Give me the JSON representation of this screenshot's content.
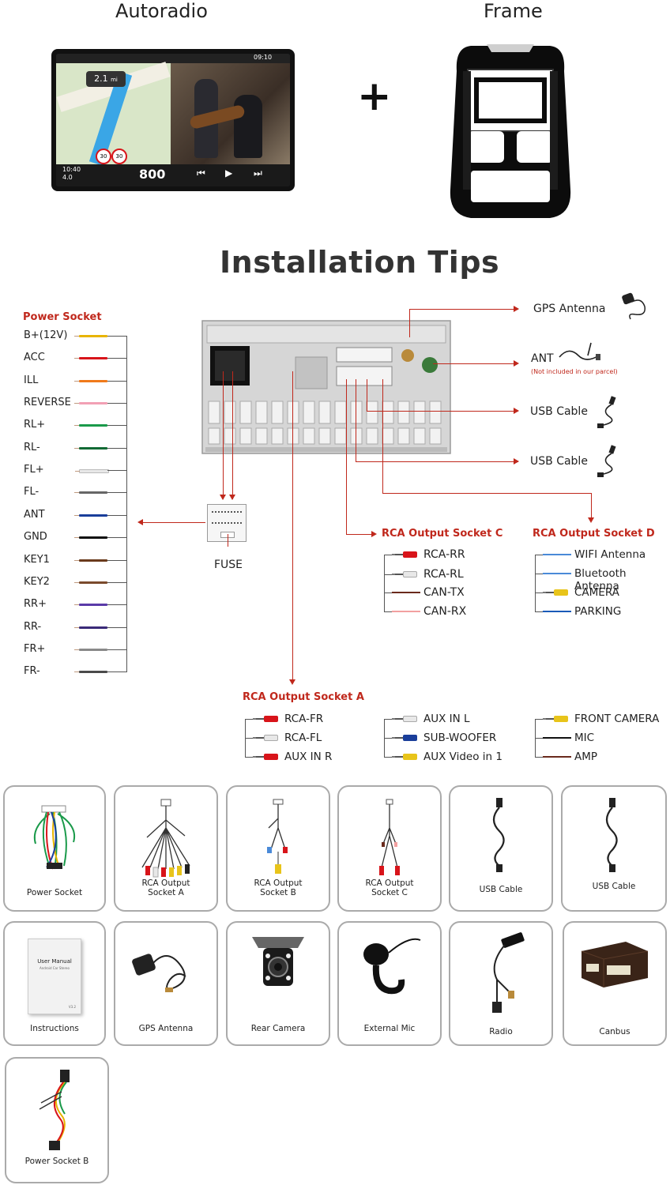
{
  "header": {
    "autoradio_label": "Autoradio",
    "plus_sign": "+",
    "frame_label": "Frame",
    "screen": {
      "gps_distance": "2.1",
      "gps_unit": "mi",
      "clock": "09:10",
      "time_left": "10:40",
      "dist_left": "4.0",
      "speed_limit_a": "30",
      "speed_limit_b": "30",
      "distance_big": "800"
    }
  },
  "section_title": "Installation Tips",
  "power_socket": {
    "title": "Power Socket",
    "wires": [
      {
        "label": "B+(12V)",
        "color": "#e8b400"
      },
      {
        "label": "ACC",
        "color": "#d8141a"
      },
      {
        "label": "ILL",
        "color": "#f07a1a"
      },
      {
        "label": "REVERSE",
        "color": "#f2a0b4"
      },
      {
        "label": "RL+",
        "color": "#1a9a4a"
      },
      {
        "label": "RL-",
        "color": "#126a34"
      },
      {
        "label": "FL+",
        "color": "#e8e8e8"
      },
      {
        "label": "FL-",
        "color": "#666666"
      },
      {
        "label": "ANT",
        "color": "#1a3e9a"
      },
      {
        "label": "GND",
        "color": "#111111"
      },
      {
        "label": "KEY1",
        "color": "#6a3a1c"
      },
      {
        "label": "KEY2",
        "color": "#7a4a2c"
      },
      {
        "label": "RR+",
        "color": "#5a3aa8"
      },
      {
        "label": "RR-",
        "color": "#3a2a78"
      },
      {
        "label": "FR+",
        "color": "#8a8a8a"
      },
      {
        "label": "FR-",
        "color": "#4a4a4a"
      }
    ]
  },
  "fuse_label": "FUSE",
  "right_connectors": {
    "gps": "GPS Antenna",
    "ant": "ANT",
    "ant_note": "(Not included in our parcel)",
    "usb1": "USB Cable",
    "usb2": "USB Cable"
  },
  "rca_c": {
    "title": "RCA Output Socket C",
    "items": [
      {
        "label": "RCA-RR",
        "color": "#d8141a",
        "kind": "rca"
      },
      {
        "label": "RCA-RL",
        "color": "#e8e8e8",
        "kind": "rca"
      },
      {
        "label": "CAN-TX",
        "color": "#6a2a1c",
        "kind": "wire"
      },
      {
        "label": "CAN-RX",
        "color": "#f2a0a0",
        "kind": "wire"
      }
    ]
  },
  "rca_d": {
    "title": "RCA Output Socket D",
    "items": [
      {
        "label": "WIFI Antenna",
        "color": "#4a8ad8",
        "kind": "wire"
      },
      {
        "label": "Bluetooth Antenna",
        "color": "#4a8ad8",
        "kind": "wire"
      },
      {
        "label": "CAMERA",
        "color": "#e8c41a",
        "kind": "rca"
      },
      {
        "label": "PARKING",
        "color": "#1a5ab8",
        "kind": "wire"
      }
    ]
  },
  "rca_a": {
    "title": "RCA Output Socket A",
    "col1": [
      {
        "label": "RCA-FR",
        "color": "#d8141a"
      },
      {
        "label": "RCA-FL",
        "color": "#e8e8e8"
      },
      {
        "label": "AUX IN R",
        "color": "#d8141a"
      }
    ],
    "col2": [
      {
        "label": "AUX IN L",
        "color": "#e8e8e8"
      },
      {
        "label": "SUB-WOOFER",
        "color": "#1a3e9a"
      },
      {
        "label": "AUX Video in 1",
        "color": "#e8c41a"
      }
    ],
    "col3": [
      {
        "label": "FRONT CAMERA",
        "color": "#e8c41a"
      },
      {
        "label": "MIC",
        "color": "#111111"
      },
      {
        "label": "AMP",
        "color": "#6a2a1c"
      }
    ]
  },
  "accessories": [
    {
      "label": "Power Socket"
    },
    {
      "label": "RCA Output\nSocket A"
    },
    {
      "label": "RCA Output\nSocket B"
    },
    {
      "label": "RCA Output\nSocket C"
    },
    {
      "label": "USB Cable"
    },
    {
      "label": "USB Cable"
    },
    {
      "label": "Instructions",
      "manual_title": "User Manual",
      "manual_sub": "Android Car Stereo",
      "manual_ver": "V3.2"
    },
    {
      "label": "GPS Antenna"
    },
    {
      "label": "Rear Camera"
    },
    {
      "label": "External Mic"
    },
    {
      "label": "Radio"
    },
    {
      "label": "Canbus"
    },
    {
      "label": "Power Socket B"
    }
  ]
}
